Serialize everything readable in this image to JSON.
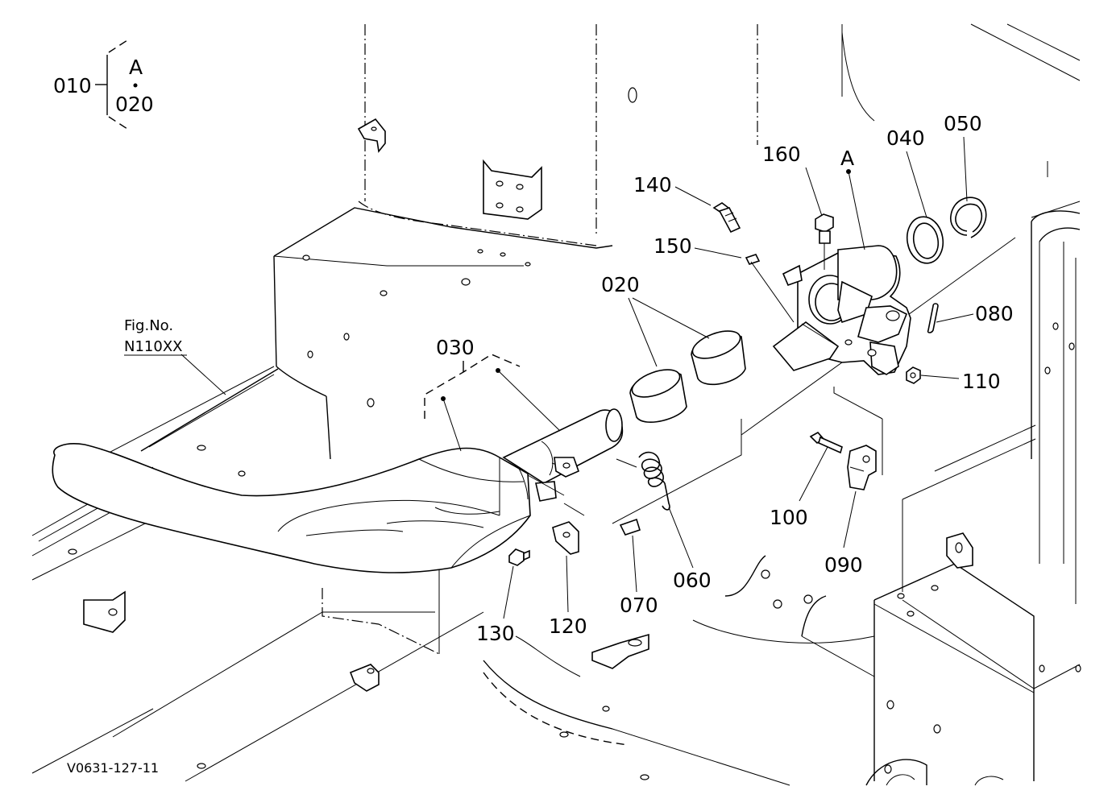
{
  "callouts": [
    {
      "id": "010",
      "text": "010"
    },
    {
      "id": "020a",
      "text": "020"
    },
    {
      "id": "020b",
      "text": "020"
    },
    {
      "id": "030",
      "text": "030"
    },
    {
      "id": "040",
      "text": "040"
    },
    {
      "id": "050",
      "text": "050"
    },
    {
      "id": "060",
      "text": "060"
    },
    {
      "id": "070",
      "text": "070"
    },
    {
      "id": "080",
      "text": "080"
    },
    {
      "id": "090",
      "text": "090"
    },
    {
      "id": "100",
      "text": "100"
    },
    {
      "id": "110",
      "text": "110"
    },
    {
      "id": "120",
      "text": "120"
    },
    {
      "id": "130",
      "text": "130"
    },
    {
      "id": "140",
      "text": "140"
    },
    {
      "id": "150",
      "text": "150"
    },
    {
      "id": "160",
      "text": "160"
    }
  ],
  "markers": {
    "a_top": "A",
    "a_part": "A"
  },
  "figure_ref": {
    "line1": "Fig.No.",
    "line2": "N110XX"
  },
  "drawing_code": "V0631-127-11"
}
